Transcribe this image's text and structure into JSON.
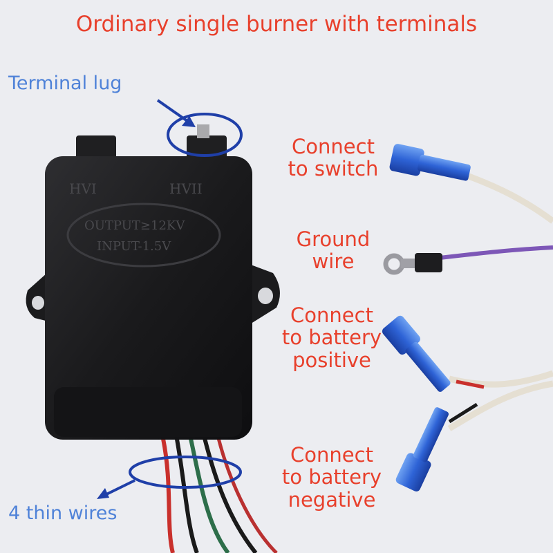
{
  "title": "Ordinary single burner with terminals",
  "labels": {
    "terminal_lug": "Terminal lug",
    "thin_wires": "4 thin wires",
    "connect_switch": [
      "Connect",
      "to switch"
    ],
    "ground_wire": [
      "Ground",
      "wire"
    ],
    "battery_positive": [
      "Connect",
      "to battery",
      "positive"
    ],
    "battery_negative": [
      "Connect",
      "to battery",
      "negative"
    ]
  },
  "device": {
    "label_hv1": "HVI",
    "label_hv2": "HVII",
    "output": "OUTPUT≥12KV",
    "input": "INPUT-1.5V"
  },
  "colors": {
    "label_red": "#e8402c",
    "label_blue": "#4f82d8",
    "highlight_ring": "#1f3fa8",
    "housing": "#1c1c1e"
  }
}
